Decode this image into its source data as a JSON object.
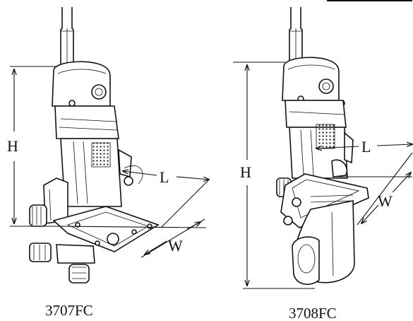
{
  "figure_a": {
    "model_label": "3707FC",
    "dim_height": "H",
    "dim_length": "L",
    "dim_width": "W"
  },
  "figure_b": {
    "model_label": "3708FC",
    "dim_height": "H",
    "dim_length": "L",
    "dim_width": "W"
  }
}
